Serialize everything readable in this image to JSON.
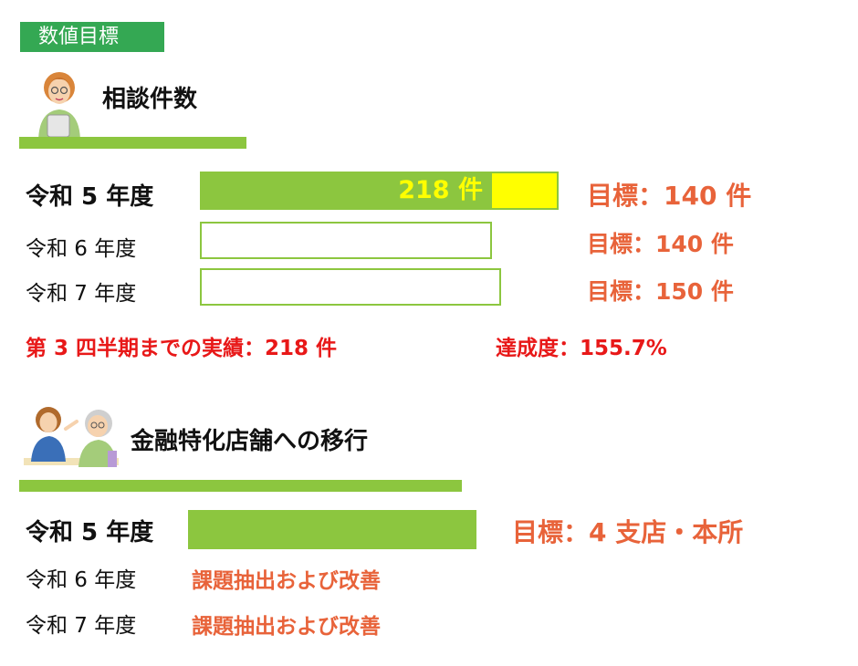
{
  "header_tag": "数値目標",
  "consult": {
    "title": "相談件数",
    "rows": [
      {
        "label": "令和 5 年度",
        "bar_value": "218 件",
        "goal": "目標：140 件",
        "progress": 1.557
      },
      {
        "label": "令和 6 年度",
        "goal": "目標：140 件",
        "progress": 0
      },
      {
        "label": "令和 7 年度",
        "goal": "目標：150 件",
        "progress": 0
      }
    ],
    "result": "第 3 四半期までの実績：218 件",
    "achievement": "達成度：155.7%"
  },
  "migration": {
    "title": "金融特化店舗への移行",
    "rows": [
      {
        "label": "令和 5 年度",
        "goal": "目標：4 支店・本所",
        "progress": 1
      },
      {
        "label": "令和 6 年度",
        "note": "課題抽出および改善"
      },
      {
        "label": "令和 7 年度",
        "note": "課題抽出および改善"
      }
    ]
  },
  "colors": {
    "accent_green": "#8cc63f",
    "tag_green": "#34a853",
    "goal_orange": "#e8633a",
    "result_red": "#e81818",
    "bar_highlight": "#ffff00"
  },
  "icons": [
    "woman-with-clipboard-icon",
    "consultation-people-icon"
  ]
}
